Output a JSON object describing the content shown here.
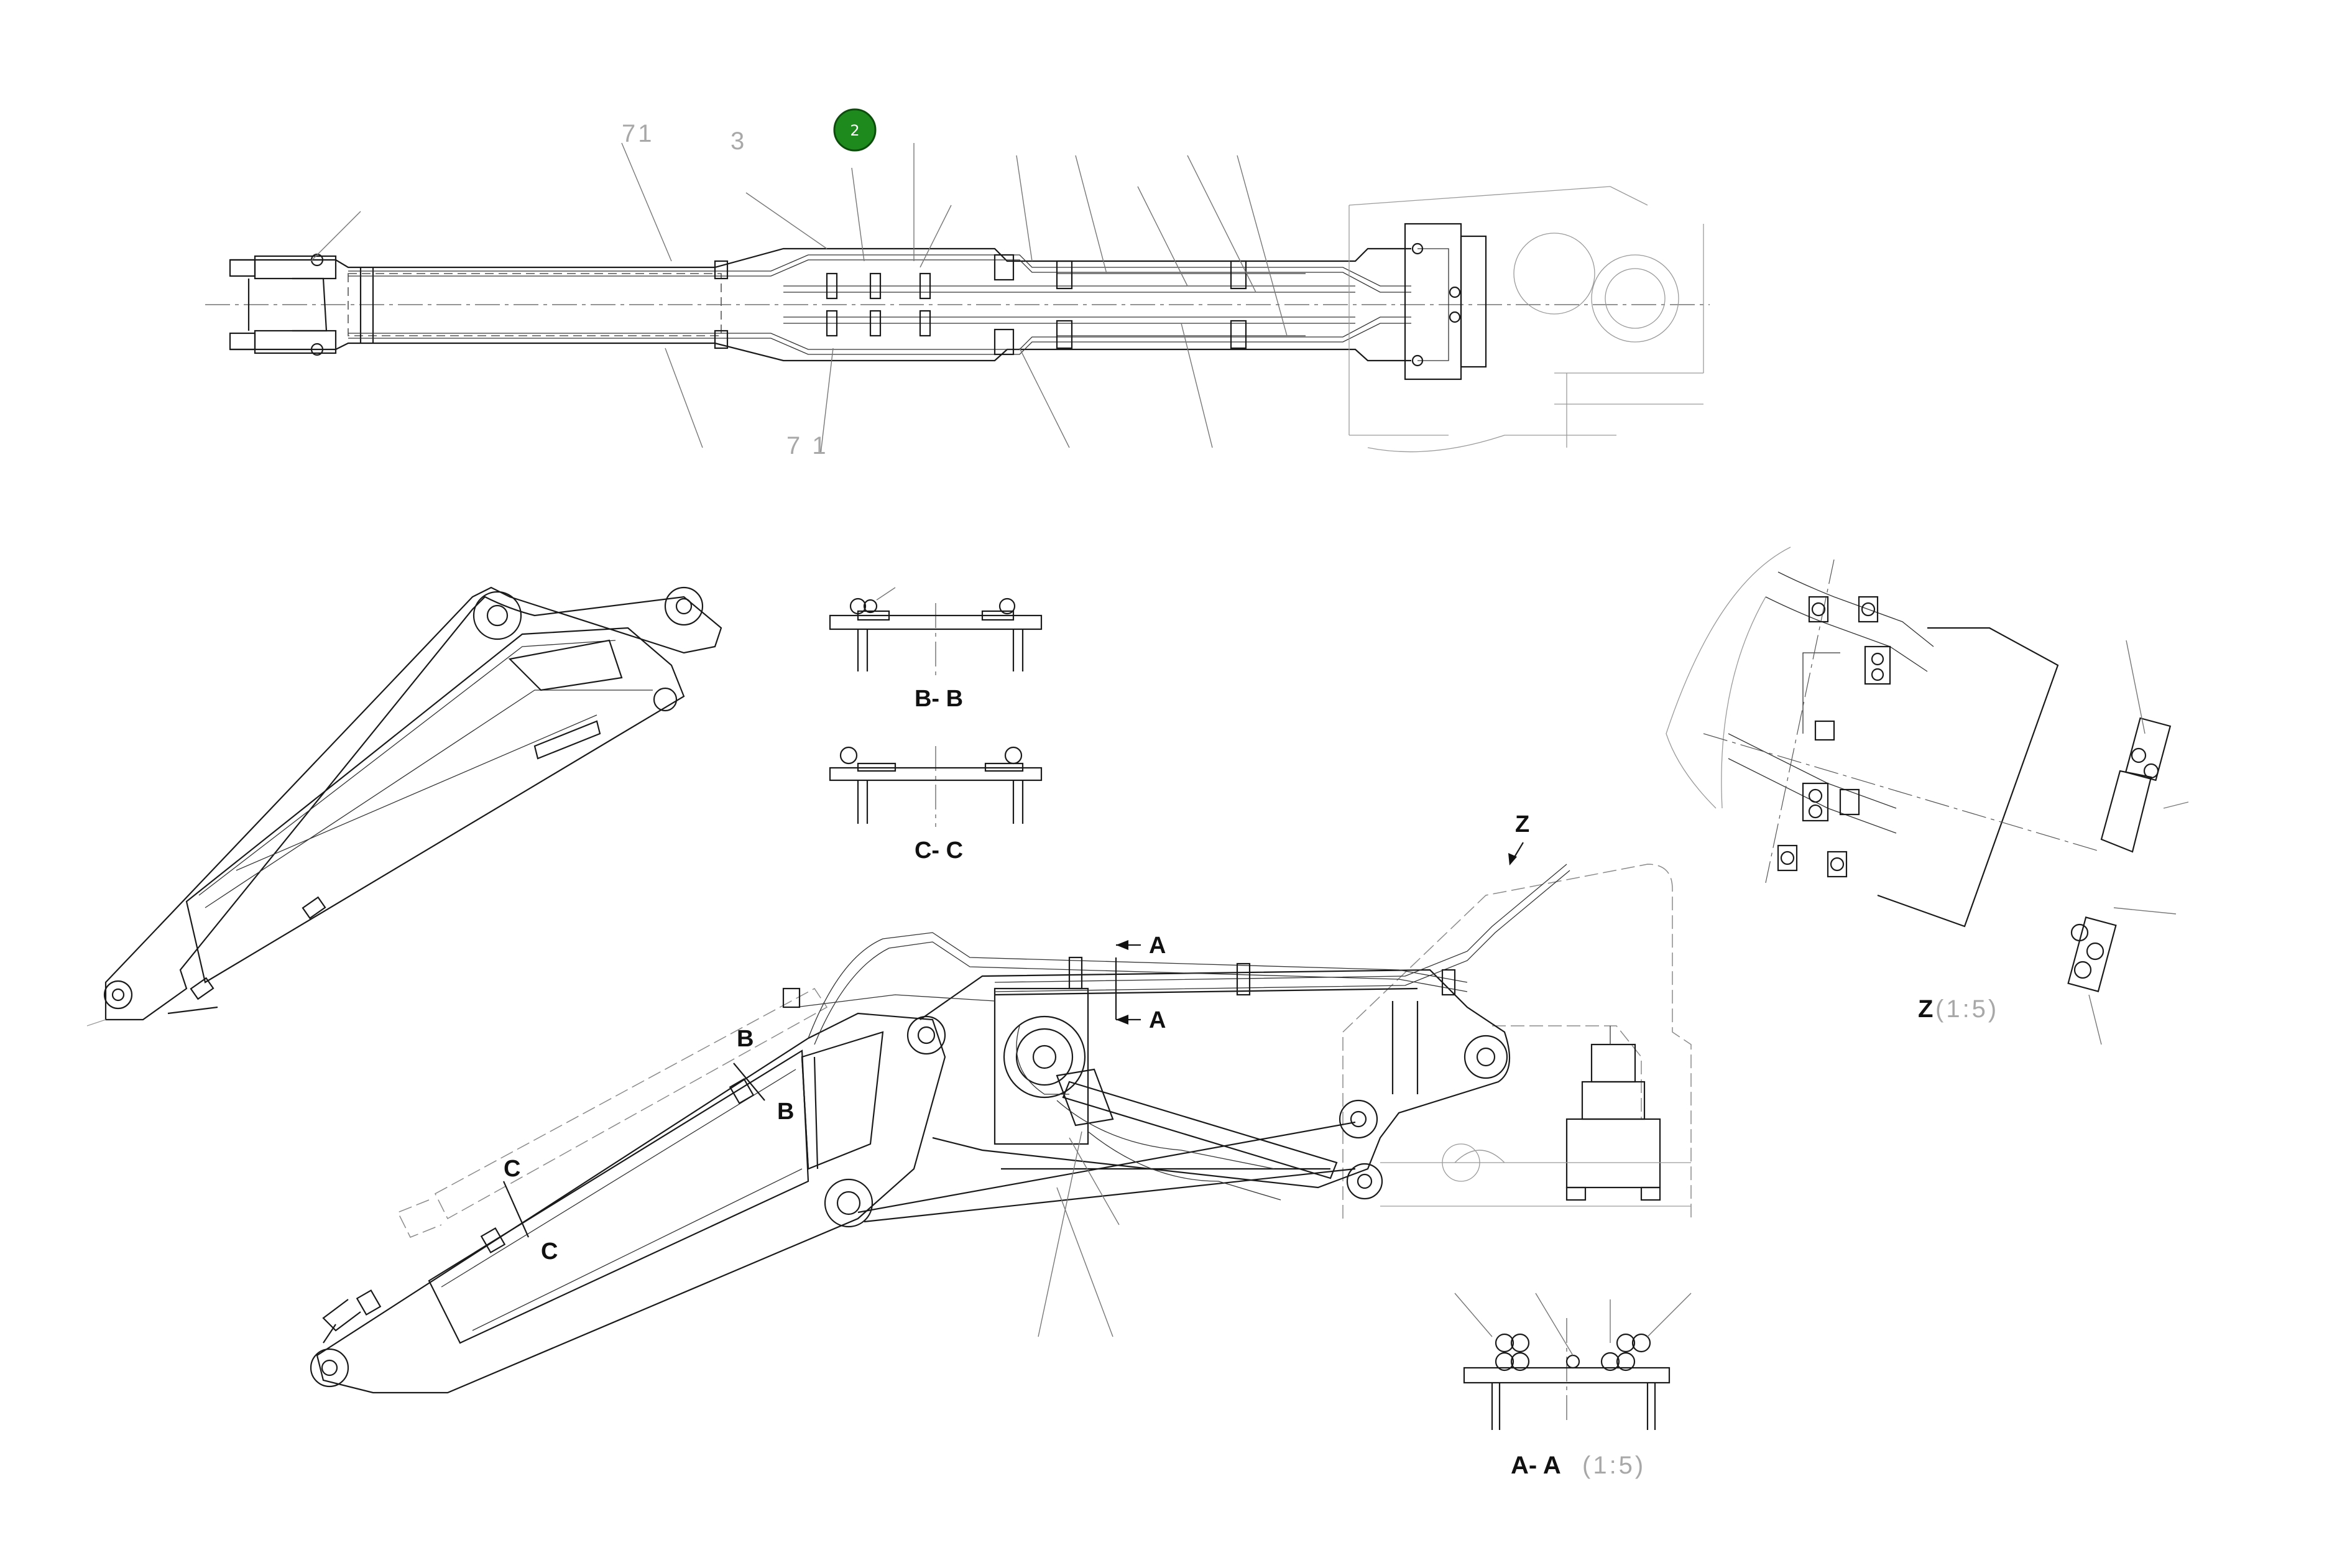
{
  "item_badge": {
    "number": "2",
    "color": "#1e8a1e"
  },
  "section_labels": {
    "b_b": "B- B",
    "c_c": "C- C",
    "a_a": "A- A",
    "a_a_scale": "(1:5)",
    "z": "Z",
    "z_scale": "(1:5)"
  },
  "view_markers": {
    "a_top": "A",
    "a_bottom": "A",
    "b_top": "B",
    "b_bottom": "B",
    "c_top": "C",
    "c_bottom": "C",
    "z_arrow": "Z"
  }
}
